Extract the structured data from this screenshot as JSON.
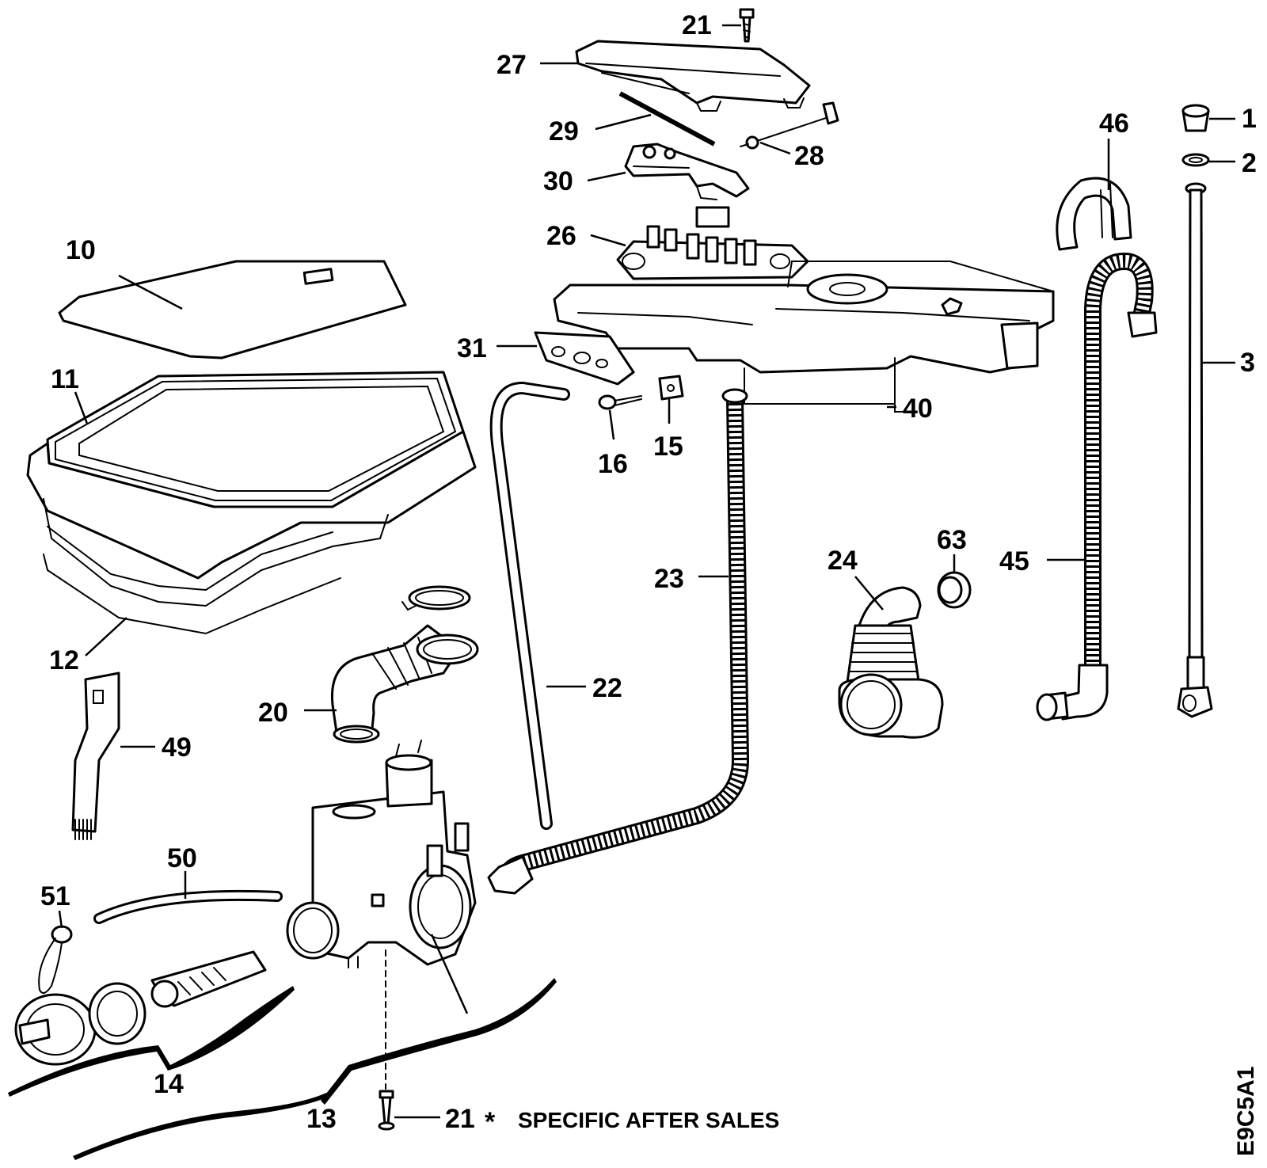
{
  "labels": {
    "p1": "1",
    "p2": "2",
    "p3": "3",
    "p10": "10",
    "p11": "11",
    "p12": "12",
    "p13": "13",
    "p14": "14",
    "p15": "15",
    "p16": "16",
    "p20": "20",
    "p21_top": "21",
    "p21_bottom": "21",
    "p22": "22",
    "p23": "23",
    "p24": "24",
    "p26": "26",
    "p27": "27",
    "p28": "28",
    "p29": "29",
    "p30": "30",
    "p31": "31",
    "p40": "40",
    "p45": "45",
    "p46": "46",
    "p49": "49",
    "p50": "50",
    "p51": "51",
    "p63": "63"
  },
  "note": {
    "asterisk": "*",
    "text": "SPECIFIC AFTER SALES"
  },
  "drawing_code": "E9C5A1"
}
